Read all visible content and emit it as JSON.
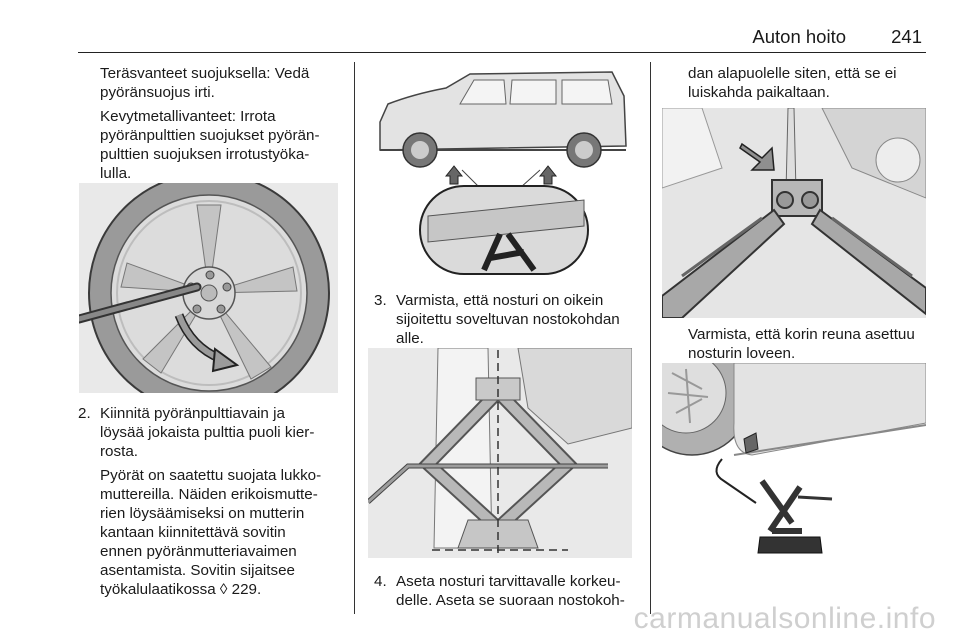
{
  "header": {
    "title": "Auton hoito",
    "page": "241"
  },
  "col1": {
    "p1": [
      "Teräsvanteet suojuksella: Vedä",
      "pyöränsuojus irti."
    ],
    "p2": [
      "Kevytmetallivanteet: Irrota",
      "pyöränpulttien suojukset pyörän-",
      "pulttien suojuksen irrotustyöka-",
      "lulla."
    ],
    "step2_number": "2.",
    "step2": [
      "Kiinnitä pyöränpulttiavain ja",
      "löysää jokaista pulttia puoli kier-",
      "rosta."
    ],
    "p3": [
      "Pyörät on saatettu suojata lukko-",
      "muttereilla. Näiden erikoismutte-",
      "rien löysäämiseksi on mutterin",
      "kantaan kiinnitettävä sovitin",
      "ennen pyöränmutteriavaimen",
      "asentamista. Sovitin sijaitsee"
    ],
    "p3_last": "työkalulaatikossa",
    "ref_arrow": "◊",
    "ref_page": "229."
  },
  "col2": {
    "step3_number": "3.",
    "step3": [
      "Varmista, että nosturi on oikein",
      "sijoitettu soveltuvan nostokohdan",
      "alle."
    ],
    "step4_number": "4.",
    "step4": [
      "Aseta nosturi tarvittavalle korkeu-",
      "delle. Aseta se suoraan nostokoh-"
    ]
  },
  "col3": {
    "p1": [
      "dan alapuolelle siten, että se ei",
      "luiskahda paikaltaan."
    ],
    "caption": [
      "Varmista, että korin reuna asettuu",
      "nosturin loveen."
    ]
  },
  "watermark": "carmanualsonline.info",
  "colors": {
    "text": "#1a1a1a",
    "figure_bg": "#e9e9e9",
    "watermark": "#cfcfcf"
  }
}
